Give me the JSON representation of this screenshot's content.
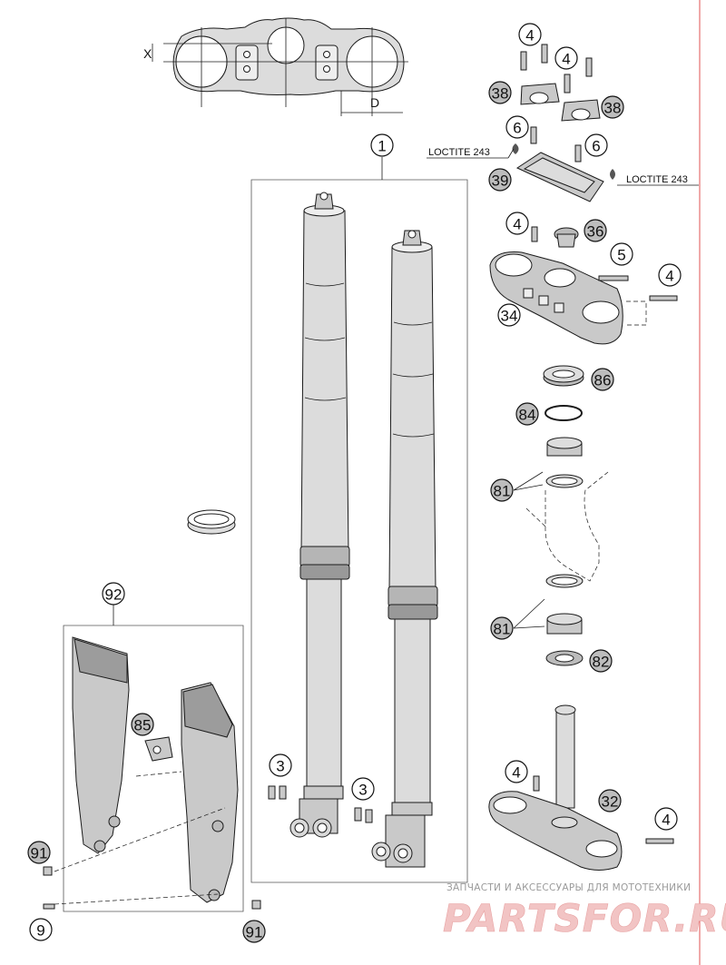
{
  "callouts": {
    "c1": "1",
    "c3a": "3",
    "c3b": "3",
    "c4a": "4",
    "c4b": "4",
    "c4c": "4",
    "c4d": "4",
    "c4e": "4",
    "c4f": "4",
    "c5": "5",
    "c6a": "6",
    "c6b": "6",
    "c9": "9",
    "c32": "32",
    "c34": "34",
    "c36": "36",
    "c38a": "38",
    "c38b": "38",
    "c39": "39",
    "c81a": "81",
    "c81b": "81",
    "c82": "82",
    "c84": "84",
    "c85": "85",
    "c86": "86",
    "c91a": "91",
    "c91b": "91",
    "c92": "92"
  },
  "labels": {
    "loctite_left": "LOCTITE 243",
    "loctite_right": "LOCTITE 243",
    "dim_x": "X",
    "dim_d": "D"
  },
  "watermark": {
    "tagline": "ЗАПЧАСТИ И АКСЕССУАРЫ ДЛЯ МОТОТЕХНИКИ",
    "brand": "PARTSFOR.RU"
  },
  "colors": {
    "part_fill": "#c9c9c9",
    "outline": "#1a1a1a",
    "border_line": "#e05050",
    "watermark": "#f2c4c4"
  }
}
